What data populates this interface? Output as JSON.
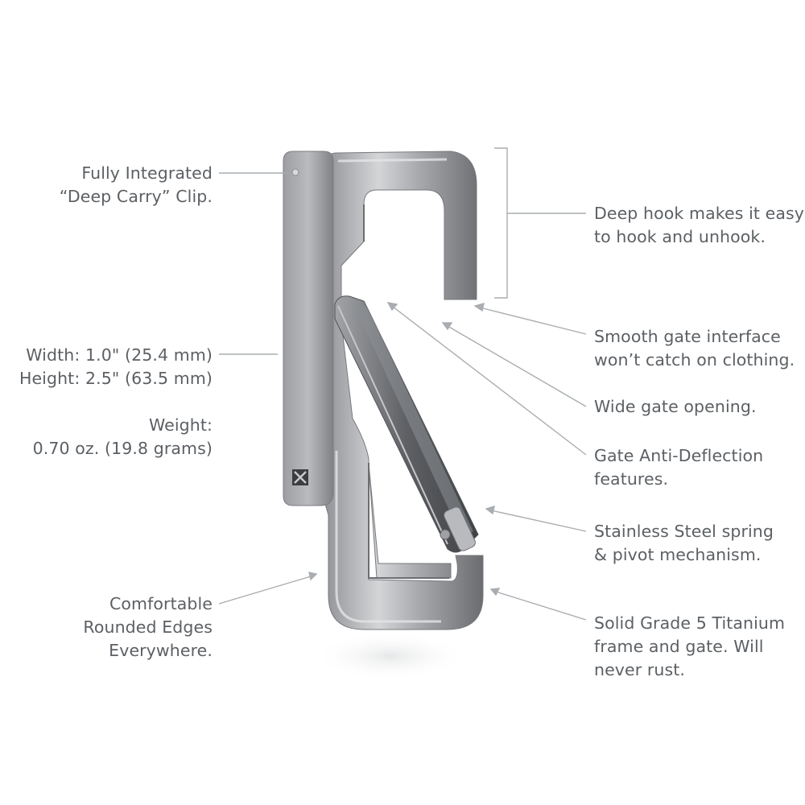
{
  "colors": {
    "text": "#5c6064",
    "leader": "#a9adb1",
    "metal_light": "#d2d3d5",
    "metal_mid": "#9a9ca0",
    "metal_dark": "#55575b"
  },
  "icons": [
    "carabiner-clip-product-image",
    "x-brand-logo"
  ],
  "callouts": {
    "clip": {
      "lines": [
        "Fully Integrated",
        "“Deep Carry” Clip."
      ]
    },
    "dims": {
      "lines": [
        "Width: 1.0\" (25.4 mm)",
        "Height: 2.5\" (63.5 mm)"
      ]
    },
    "weight": {
      "lines": [
        "Weight:",
        "0.70 oz. (19.8 grams)"
      ]
    },
    "edges": {
      "lines": [
        "Comfortable",
        "Rounded Edges",
        "Everywhere."
      ]
    },
    "hook": {
      "lines": [
        "Deep hook makes it easy",
        "to hook and unhook."
      ]
    },
    "gate": {
      "lines": [
        "Smooth gate interface",
        "won’t catch on clothing."
      ]
    },
    "open": {
      "lines": [
        "Wide gate opening."
      ]
    },
    "anti": {
      "lines": [
        "Gate Anti-Deflection",
        "features."
      ]
    },
    "spring": {
      "lines": [
        "Stainless Steel spring",
        "& pivot mechanism."
      ]
    },
    "ti": {
      "lines": [
        "Solid Grade 5 Titanium",
        "frame and gate. Will",
        "never rust."
      ]
    }
  }
}
